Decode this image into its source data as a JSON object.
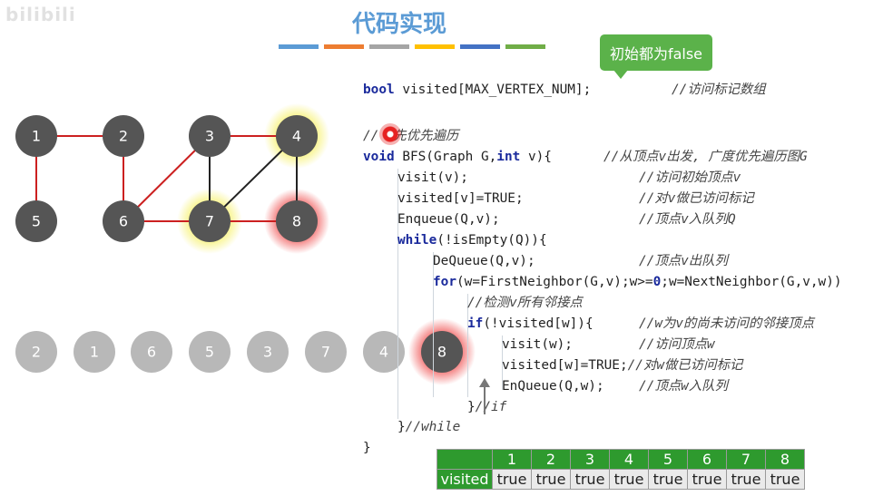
{
  "watermark": "bilibili",
  "title": "代码实现",
  "color_bar": [
    "#5b9bd5",
    "#ed7d31",
    "#a5a5a5",
    "#ffc000",
    "#4472c4",
    "#70ad47"
  ],
  "callout": {
    "text": "初始都为false",
    "color": "#5bb24a"
  },
  "graph": {
    "nodes": [
      "1",
      "2",
      "3",
      "4",
      "5",
      "6",
      "7",
      "8"
    ],
    "highlighted_yellow": [
      "4",
      "7"
    ],
    "highlighted_red": [
      "8"
    ],
    "edge_color_visited": "#cc2020",
    "edge_color_unvisited": "#222222"
  },
  "queue": {
    "items": [
      "2",
      "1",
      "6",
      "5",
      "3",
      "7",
      "4",
      "8"
    ],
    "active": "8"
  },
  "code": {
    "l1": {
      "kw": "bool",
      "text": " visited[MAX_VERTEX_NUM];",
      "comment": "//访问标记数组"
    },
    "l2": {
      "pre": "//",
      "comment": "先优先遍历"
    },
    "l3": {
      "kw": "void",
      "a": " BFS(Graph G,",
      "kw2": "int",
      "b": " v){",
      "comment": "//从顶点v出发, 广度优先遍历图G"
    },
    "l4": {
      "text": "visit(v);",
      "comment": "//访问初始顶点v"
    },
    "l5": {
      "text": "visited[v]=TRUE;",
      "comment": "//对v做已访问标记"
    },
    "l6": {
      "text": "Enqueue(Q,v);",
      "comment": "//顶点v入队列Q"
    },
    "l7": {
      "kw": "while",
      "text": "(!isEmpty(Q)){"
    },
    "l8": {
      "text": "DeQueue(Q,v);",
      "comment": "//顶点v出队列"
    },
    "l9": {
      "kw": "for",
      "a": "(w=FirstNeighbor(G,v);w>=",
      "num": "0",
      "b": ";w=NextNeighbor(G,v,w))"
    },
    "l10": {
      "comment": "//检测v所有邻接点"
    },
    "l11": {
      "kw": "if",
      "text": "(!visited[w]){",
      "comment": "//w为v的尚未访问的邻接顶点"
    },
    "l12": {
      "text": "visit(w);",
      "comment": "//访问顶点w"
    },
    "l13": {
      "text": "visited[w]=TRUE;",
      "comment": "//对w做已访问标记"
    },
    "l14": {
      "text": "EnQueue(Q,w);",
      "comment": "//顶点w入队列"
    },
    "l15": {
      "text": "}",
      "comment": "//if"
    },
    "l16": {
      "text": "}",
      "comment": "//while"
    },
    "l17": {
      "text": "}"
    }
  },
  "table": {
    "row_label": "visited",
    "headers": [
      "1",
      "2",
      "3",
      "4",
      "5",
      "6",
      "7",
      "8"
    ],
    "values": [
      "true",
      "true",
      "true",
      "true",
      "true",
      "true",
      "true",
      "true"
    ]
  }
}
